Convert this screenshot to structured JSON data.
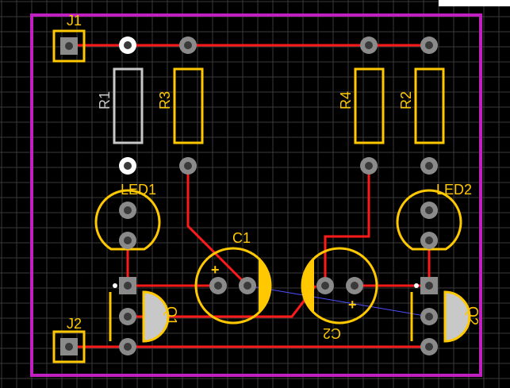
{
  "colors": {
    "background": "#000000",
    "grid": "#3a3a3a",
    "board_outline": "#c020c0",
    "trace": "#ff1a1a",
    "silkscreen": "#ffc800",
    "silkscreen_selected": "#c8c8c8",
    "pad": "#8a8a8a",
    "pad_hole": "#3a3a3a",
    "ratsnest": "#5050ff"
  },
  "designators": {
    "j1": "J1",
    "j2": "J2",
    "r1": "R1",
    "r2": "R2",
    "r3": "R3",
    "r4": "R4",
    "c1": "C1",
    "c2": "C2",
    "led1": "LED1",
    "led2": "LED2",
    "q1": "Q1",
    "q2": "Q2"
  },
  "polarity_marks": {
    "c1_plus": "+",
    "c2_plus": "+"
  }
}
